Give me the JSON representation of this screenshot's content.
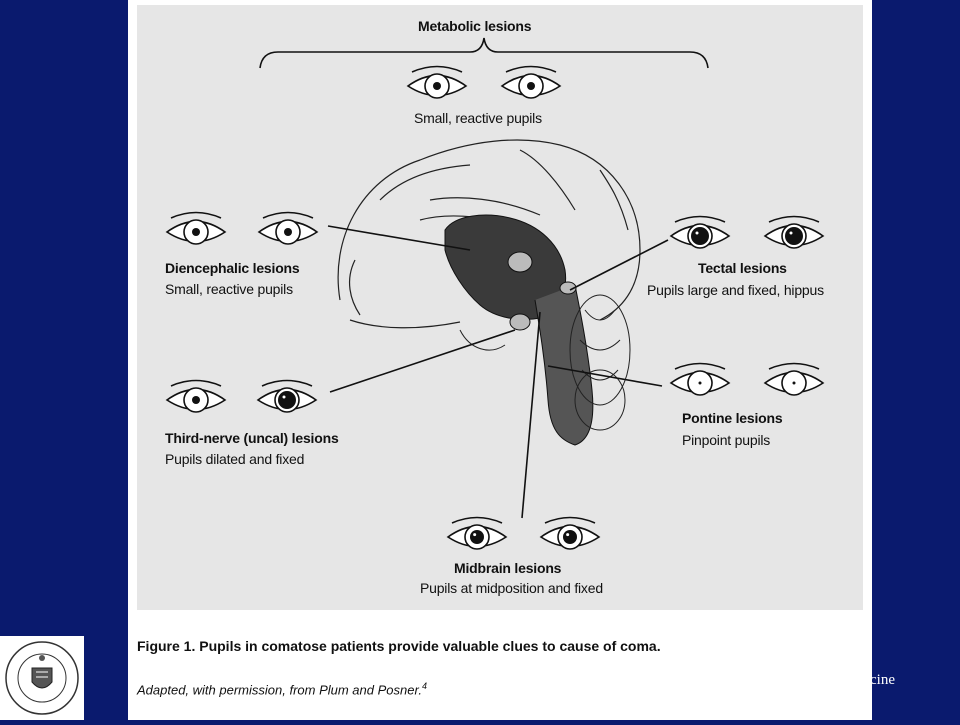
{
  "header": {
    "metabolic_title": "Metabolic lesions",
    "metabolic_desc": "Small, reactive pupils"
  },
  "lesions": {
    "diencephalic": {
      "title": "Diencephalic lesions",
      "desc": "Small, reactive pupils"
    },
    "third_nerve": {
      "title": "Third-nerve (uncal) lesions",
      "desc": "Pupils dilated and fixed"
    },
    "midbrain": {
      "title": "Midbrain lesions",
      "desc": "Pupils at midposition and fixed"
    },
    "tectal": {
      "title": "Tectal lesions",
      "desc": "Pupils large and fixed, hippus"
    },
    "pontine": {
      "title": "Pontine lesions",
      "desc": "Pinpoint pupils"
    }
  },
  "caption": {
    "title": "Figure 1. Pupils in comatose patients provide valuable clues to cause of coma.",
    "credit": "Adapted, with permission, from Plum and Posner.",
    "credit_ref": "4"
  },
  "footer": {
    "text": "cine"
  },
  "logo": {
    "alt_text": "Université d'Ottawa · University of Ottawa",
    "icon": "university-seal-icon"
  },
  "colors": {
    "background": "#0a1a6e",
    "panel": "#ffffff",
    "figure": "#e6e6e6",
    "ink": "#111111"
  }
}
